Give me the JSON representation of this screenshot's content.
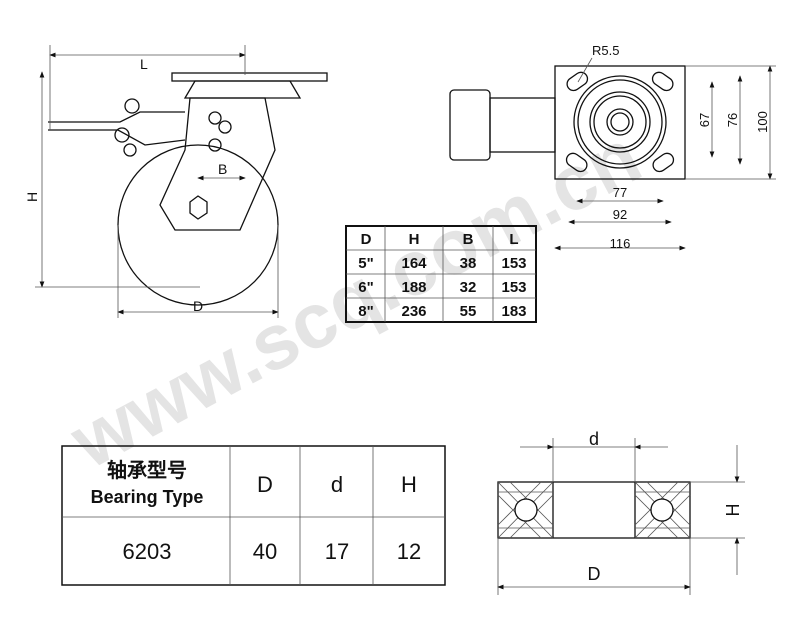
{
  "side_view": {
    "dim_L": "L",
    "dim_H": "H",
    "dim_B": "B",
    "dim_D": "D"
  },
  "top_view": {
    "radius": "R5.5",
    "dims_vertical": [
      "67",
      "76",
      "100"
    ],
    "dims_horizontal": [
      "77",
      "92",
      "116"
    ]
  },
  "spec_table": {
    "headers": [
      "D",
      "H",
      "B",
      "L"
    ],
    "rows": [
      [
        "5\"",
        "164",
        "38",
        "153"
      ],
      [
        "6\"",
        "188",
        "32",
        "153"
      ],
      [
        "8\"",
        "236",
        "55",
        "183"
      ]
    ]
  },
  "bearing_table": {
    "header_cn": "轴承型号",
    "header_en": "Bearing Type",
    "headers": [
      "D",
      "d",
      "H"
    ],
    "row": [
      "6203",
      "40",
      "17",
      "12"
    ]
  },
  "bearing_section": {
    "dim_d": "d",
    "dim_H": "H",
    "dim_D": "D"
  },
  "watermark": "www.scq.com.cn"
}
